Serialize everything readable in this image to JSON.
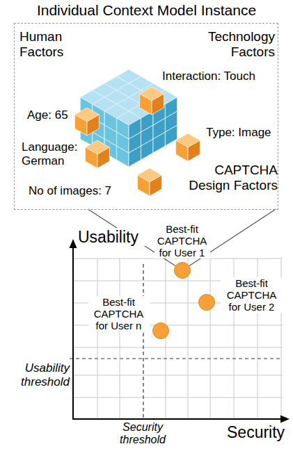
{
  "diagram": {
    "nodes": [
      {
        "text": [
          "Individual Context Model Instance",
          "Human Factors",
          "Technology Factors",
          "Interaction: Touch",
          "Age: 65",
          "Type: Image",
          "Language: German",
          "CAPTCHA Design Factors",
          "No of images: 7"
        ]
      },
      {
        "text": [
          "Best-fit CAPTCHA for User 1"
        ]
      },
      {
        "text": [
          "Best-fit CAPTCHA for User 2"
        ]
      },
      {
        "text": [
          "Best-fit CAPTCHA for User n"
        ]
      }
    ],
    "edges": [
      {
        "from": 0,
        "to": 1,
        "arrow": "none"
      },
      {
        "from": 0,
        "to": 1,
        "arrow": "none"
      }
    ],
    "labels": [
      "Usability",
      "Security",
      "Usability threshold",
      "Security threshold"
    ]
  }
}
